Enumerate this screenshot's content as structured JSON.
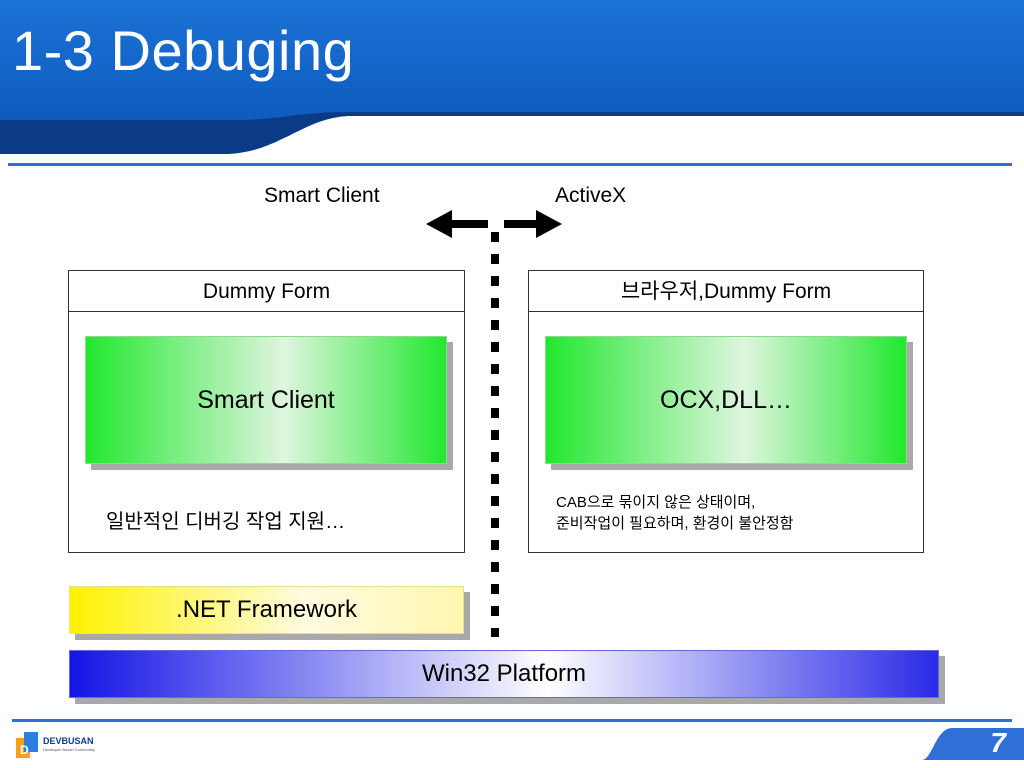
{
  "slide": {
    "title": "1-3 Debuging",
    "page_number": "7"
  },
  "labels": {
    "left": "Smart Client",
    "right": "ActiveX"
  },
  "left_panel": {
    "header": "Dummy Form",
    "box_label": "Smart Client",
    "note": "일반적인 디버깅 작업 지원…"
  },
  "right_panel": {
    "header": "브라우저,Dummy Form",
    "box_label": "OCX,DLL…",
    "note_line1": "CAB으로 묶이지 않은 상태이며,",
    "note_line2": "준비작업이 필요하며, 환경이 불안정함"
  },
  "layers": {
    "net": ".NET Framework",
    "win32": "Win32 Platform"
  },
  "logo": {
    "name": "DEVBUSAN",
    "tagline": "Developer Busan Community"
  },
  "colors": {
    "banner": "#0a5fc4",
    "accent_line": "#2f6fd6",
    "green": "#22e82f",
    "yellow": "#fff200",
    "blue": "#1414e6"
  }
}
